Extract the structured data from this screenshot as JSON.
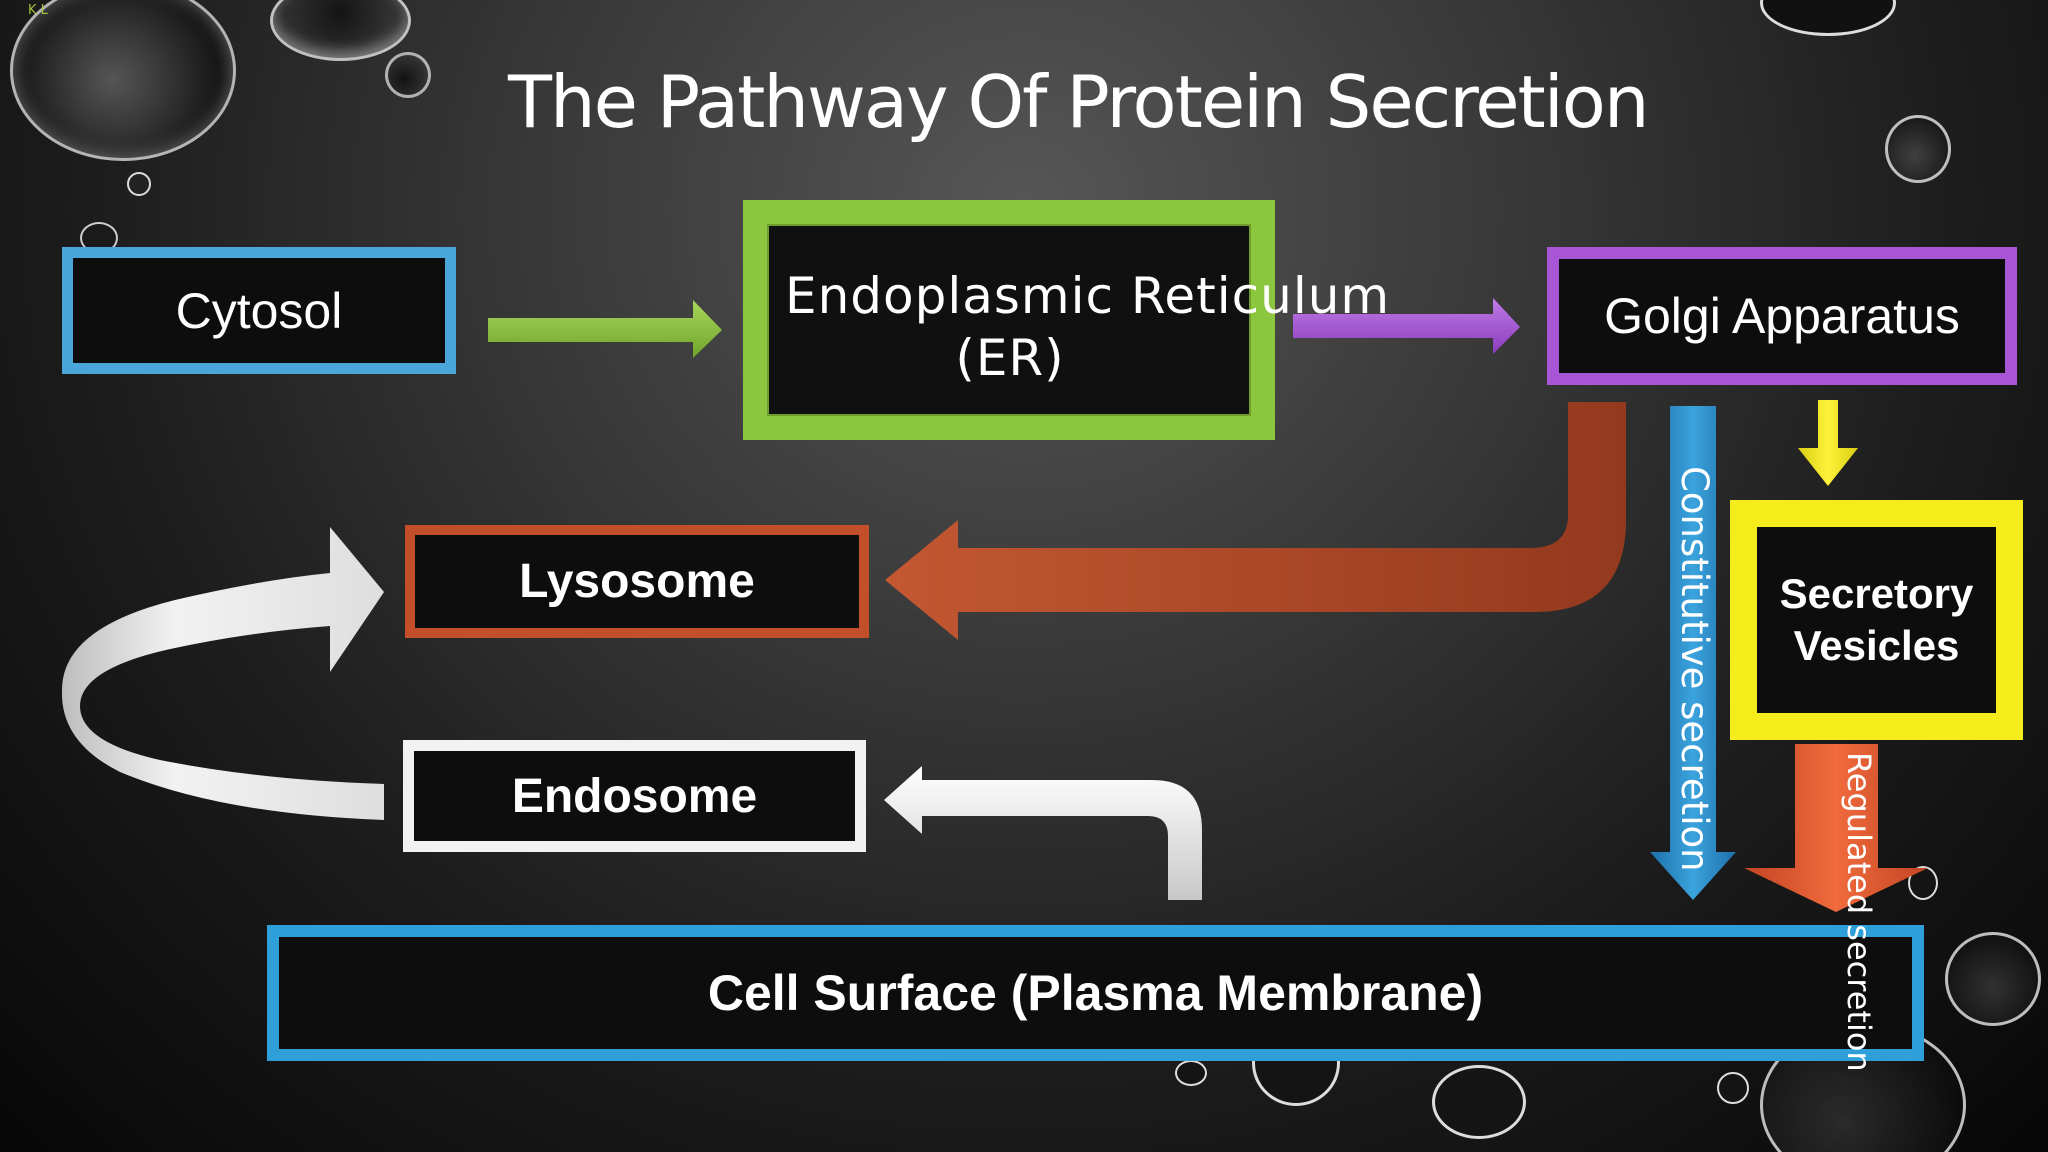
{
  "slide": {
    "title": "The Pathway Of Protein Secretion"
  },
  "nodes": {
    "cytosol": "Cytosol",
    "er_line1": "Endoplasmic Reticulum",
    "er_line2": "(ER)",
    "golgi": "Golgi Apparatus",
    "lysosome": "Lysosome",
    "endosome": "Endosome",
    "secretory_line1": "Secretory",
    "secretory_line2": "Vesicles",
    "cell_surface": "Cell Surface (Plasma Membrane)"
  },
  "edge_labels": {
    "constitutive": "Constitutive secretion",
    "regulated": "Regulated secretion"
  },
  "corner_mark": "K L",
  "colors": {
    "cytosol_border": "#4aa6d8",
    "er_border": "#8cc63e",
    "golgi_border": "#a855d6",
    "lysosome_border": "#c24e2a",
    "endosome_border": "#f2f2f2",
    "secretory_border": "#f5ec1c",
    "cell_surface_border": "#2e9fd8",
    "constitutive_arrow": "#2e8fc8",
    "regulated_arrow": "#e2542a",
    "lysosome_arrow": "#b6472a"
  }
}
